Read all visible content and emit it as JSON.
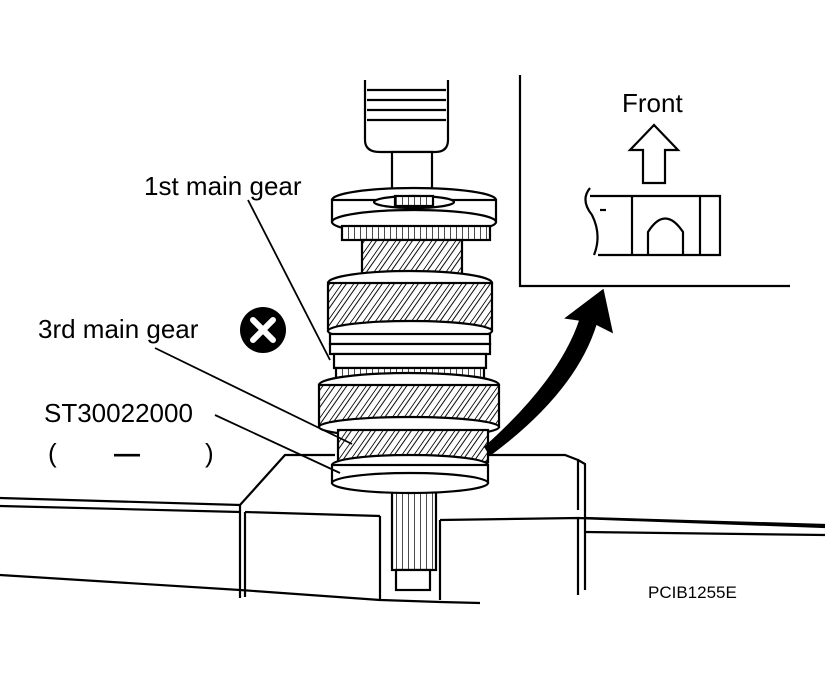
{
  "labels": {
    "first_main_gear": "1st main gear",
    "third_main_gear": "3rd main gear",
    "special_tool": "ST30022000",
    "tool_paren_open": "(",
    "tool_dash": "—",
    "tool_paren_close": ")",
    "front": "Front",
    "figure_code": "PCIB1255E"
  },
  "icons": {
    "do_not_reuse": "circled-x-icon",
    "direction": "up-arrow-icon",
    "pointer": "curved-arrow-icon"
  },
  "colors": {
    "ink": "#000000",
    "paper": "#ffffff"
  }
}
